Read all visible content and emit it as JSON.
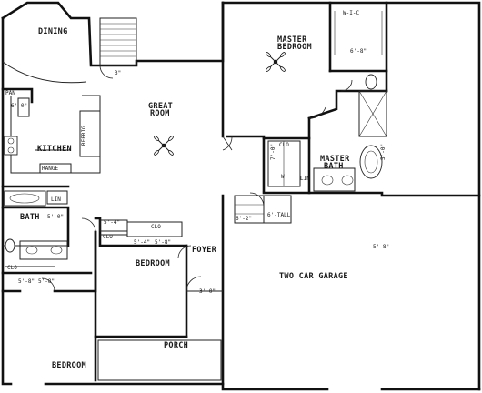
{
  "rooms": {
    "dining": "DINING",
    "great_room_line1": "GREAT",
    "great_room_line2": "ROOM",
    "kitchen": "KITCHEN",
    "master_bedroom_line1": "MASTER",
    "master_bedroom_line2": "BEDROOM",
    "master_bath_line1": "MASTER",
    "master_bath_line2": "BATH",
    "bath": "BATH",
    "bedroom_center": "BEDROOM",
    "bedroom_bottom": "BEDROOM",
    "foyer": "FOYER",
    "porch": "PORCH",
    "garage": "TWO CAR GARAGE"
  },
  "labels": {
    "pan": "PAN",
    "range": "RANGE",
    "refrig": "REFRIG",
    "lin": "LIN",
    "clo_bath": "CLO",
    "clo_bed1": "CLO",
    "clo_bed2": "CLO",
    "clo_hall": "CLO",
    "wic": "W-I-C",
    "linen_mb": "LIN",
    "w_mark": "W"
  },
  "dimensions": {
    "wic": "6'-8\"",
    "dining_3": "3\"",
    "pan": "6'-0\"",
    "bath_d": "5'-0\"",
    "bed1_a": "5'-8\"",
    "bed1_b": "5'-8\"",
    "clo_a": "5'-4\"",
    "bed_c1": "5'-4\"",
    "bed_c2": "5'-8\"",
    "foyer_d": "3'-0\"",
    "hall_d": "6'-2\"",
    "hall_tall": "6'-TALL",
    "garage_d": "5'-8\"",
    "mb_bath_d": "5'-0\"",
    "mb_closet_d": "7'-0\""
  }
}
